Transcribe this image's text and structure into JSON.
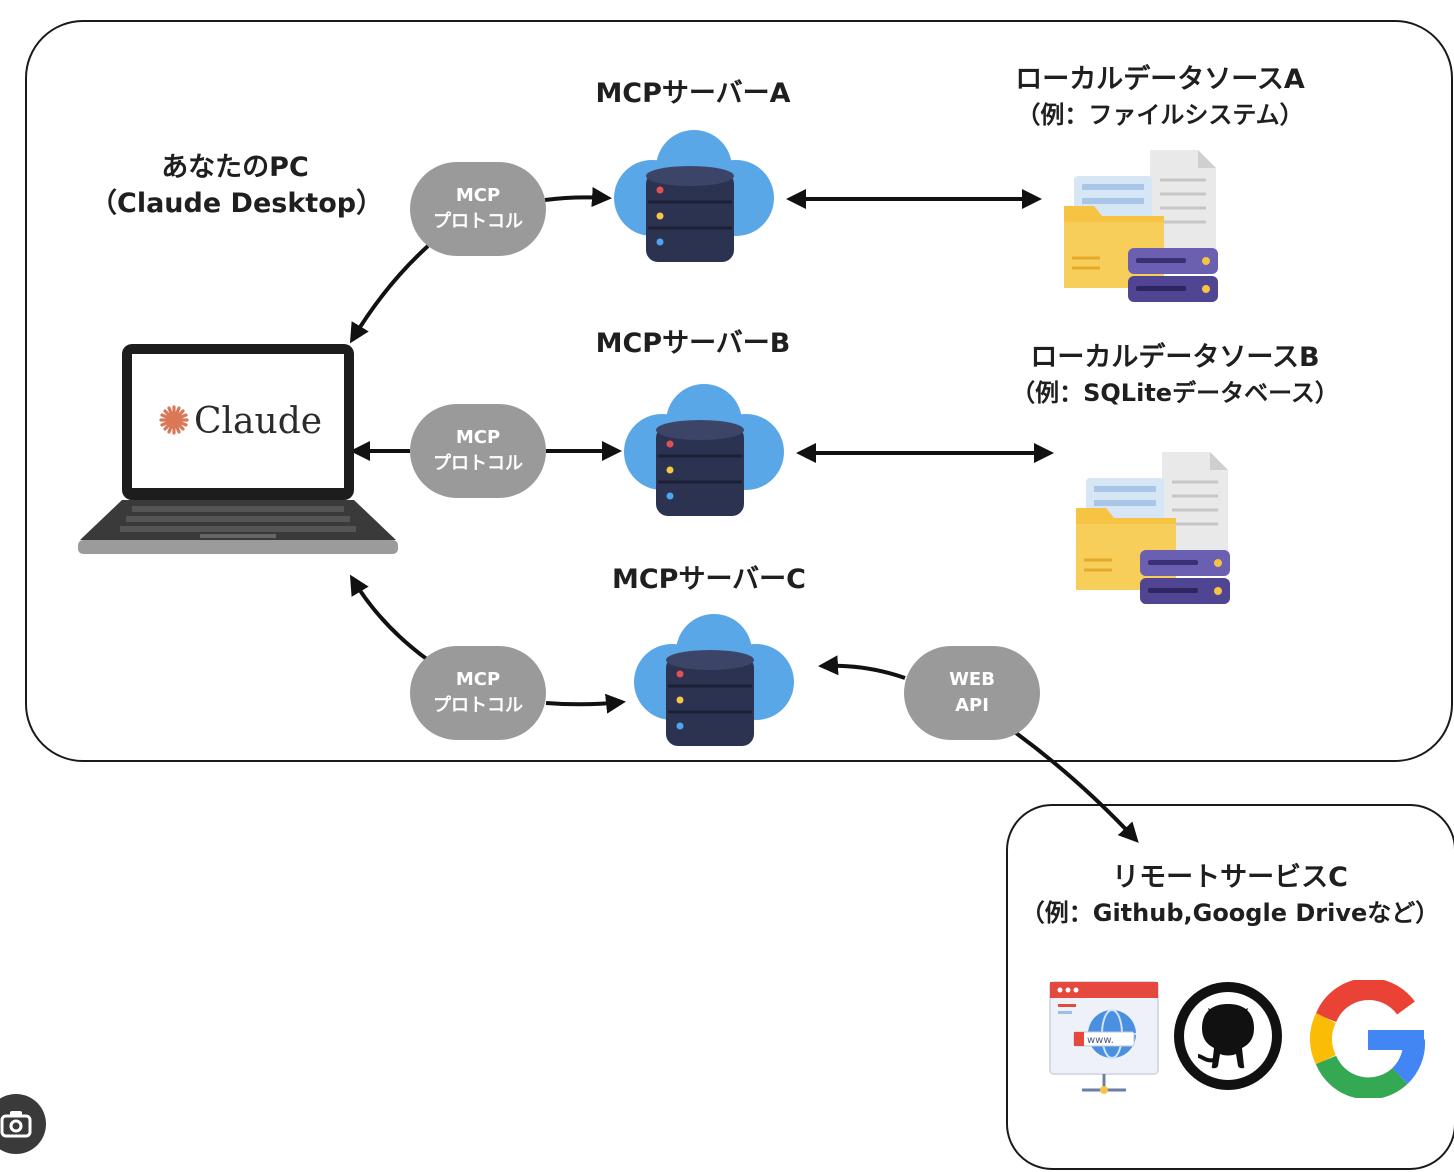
{
  "pc": {
    "title": "あなたのPC",
    "subtitle": "（Claude Desktop）",
    "screen_brand": "Claude"
  },
  "servers": [
    {
      "title": "MCPサーバーA"
    },
    {
      "title": "MCPサーバーB"
    },
    {
      "title": "MCPサーバーC"
    }
  ],
  "pills": [
    {
      "line1": "MCP",
      "line2": "プロトコル"
    },
    {
      "line1": "MCP",
      "line2": "プロトコル"
    },
    {
      "line1": "MCP",
      "line2": "プロトコル"
    },
    {
      "line1": "WEB",
      "line2": "API"
    }
  ],
  "sources": [
    {
      "title": "ローカルデータソースA",
      "example": "（例：ファイルシステム）"
    },
    {
      "title": "ローカルデータソースB",
      "example": "（例：SQLiteデータベース）"
    }
  ],
  "remote": {
    "title": "リモートサービスC",
    "example": "（例：Github,Google Driveなど）",
    "web_icon_text": "www.",
    "icons": [
      "web-browser-icon",
      "github-icon",
      "google-icon"
    ]
  },
  "colors": {
    "pill": "#9a9a9a",
    "cloud": "#5aa7e8",
    "database": "#2c3350",
    "folder": "#f6c343",
    "claude_accent": "#d97757"
  }
}
